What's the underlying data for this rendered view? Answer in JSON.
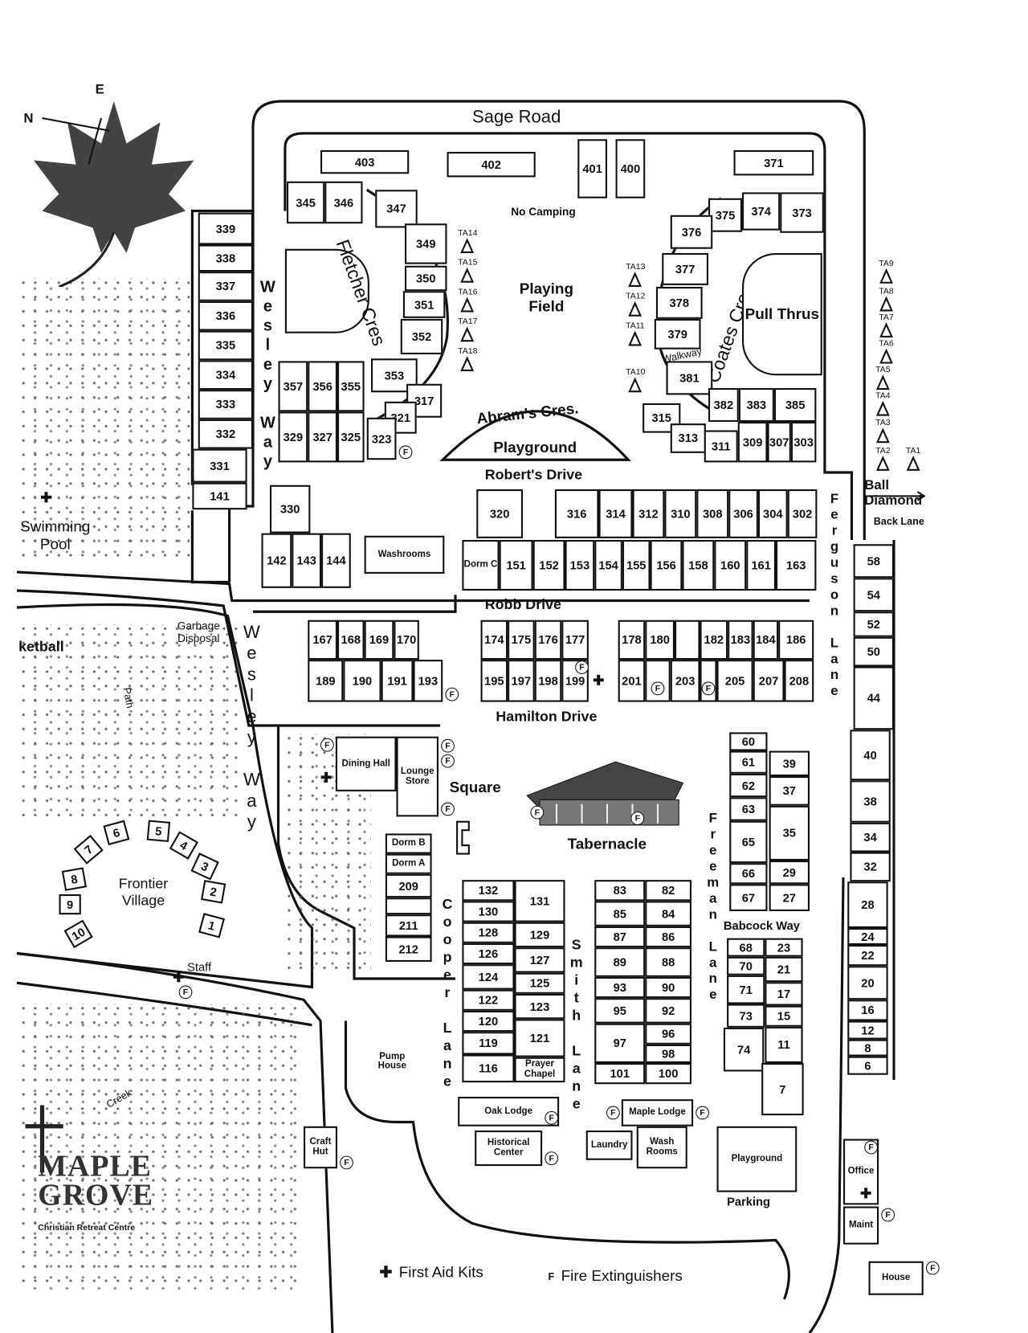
{
  "roads": {
    "sage_road": "Sage Road",
    "fletcher_cres": "Fletcher Cres",
    "coates_cres": "Coates Cres",
    "abrams_cres": "Abram's Cres.",
    "roberts_drive": "Robert's Drive",
    "robb_drive": "Robb Drive",
    "hamilton_drive": "Hamilton Drive",
    "wesley_way_upper": "Wesley Way",
    "wesley_way_lower": "Wesley Way",
    "ferguson_lane": "Ferguson Lane",
    "freeman_lane": "Freeman Lane",
    "cooper_lane": "Cooper Lane",
    "smith_lane": "Smith Lane",
    "babcock_way": "Babcock Way",
    "back_lane": "Back Lane",
    "walkway": "Walkway",
    "path": "Path",
    "creek": "Creek"
  },
  "areas": {
    "no_camping": "No Camping",
    "playing_field": "Playing Field",
    "pull_thrus": "Pull Thrus",
    "playground_north": "Playground",
    "square": "Square",
    "tabernacle": "Tabernacle",
    "frontier_village": "Frontier Village",
    "swimming_pool": "Swimming Pool",
    "ball_diamond": "Ball Diamond",
    "garbage_disposal": "Garbage Disposal",
    "basketball": "ketball",
    "staff": "Staff",
    "parking": "Parking",
    "compass": "E",
    "compass_n": "N"
  },
  "lots": [
    "403",
    "402",
    "401",
    "400",
    "371",
    "345",
    "346",
    "347",
    "349",
    "350",
    "351",
    "352",
    "353",
    "317",
    "321",
    "323",
    "357",
    "356",
    "355",
    "329",
    "327",
    "325",
    "339",
    "338",
    "337",
    "336",
    "335",
    "334",
    "333",
    "332",
    "331",
    "141",
    "330",
    "142",
    "143",
    "144",
    "Washrooms",
    "375",
    "374",
    "373",
    "376",
    "377",
    "378",
    "379",
    "381",
    "382",
    "383",
    "385",
    "315",
    "313",
    "311",
    "309",
    "307",
    "303",
    "320",
    "316",
    "314",
    "312",
    "310",
    "308",
    "306",
    "304",
    "302",
    "Dorm C",
    "151",
    "152",
    "153",
    "154",
    "155",
    "156",
    "158",
    "160",
    "161",
    "163",
    "167",
    "168",
    "169",
    "170",
    "189",
    "190",
    "191",
    "193",
    "174",
    "175",
    "176",
    "177",
    "195",
    "197",
    "198",
    "199",
    "178",
    "180",
    "",
    "182",
    "183",
    "184",
    "186",
    "201",
    "",
    "203",
    "",
    "205",
    "207",
    "208",
    "Dining Hall",
    "Lounge Store",
    "Dorm B",
    "Dorm A",
    "209",
    "",
    "211",
    "212",
    "132",
    "131",
    "130",
    "128",
    "129",
    "126",
    "127",
    "124",
    "125",
    "122",
    "123",
    "120",
    "121",
    "119",
    "116",
    "Prayer Chapel",
    "83",
    "82",
    "85",
    "84",
    "87",
    "86",
    "89",
    "88",
    "93",
    "90",
    "95",
    "92",
    "97",
    "96",
    "98",
    "101",
    "100",
    "60",
    "61",
    "39",
    "62",
    "37",
    "63",
    "35",
    "65",
    "66",
    "29",
    "67",
    "27",
    "68",
    "23",
    "70",
    "21",
    "71",
    "17",
    "73",
    "15",
    "74",
    "11",
    "7",
    "58",
    "54",
    "52",
    "50",
    "44",
    "40",
    "38",
    "34",
    "32",
    "28",
    "24",
    "22",
    "20",
    "16",
    "12",
    "8",
    "6",
    "Office",
    "Maint",
    "House",
    "Oak Lodge",
    "Historical Center",
    "Maple Lodge",
    "Laundry",
    "Wash Rooms",
    "Playground",
    "Pump House",
    "Craft Hut"
  ],
  "frontier_cabins": [
    "1",
    "2",
    "3",
    "4",
    "5",
    "6",
    "7",
    "8",
    "9",
    "10"
  ],
  "trailer_sites": [
    "TA14",
    "TA15",
    "TA16",
    "TA17",
    "TA18",
    "TA13",
    "TA12",
    "TA11",
    "TA10",
    "TA9",
    "TA8",
    "TA7",
    "TA6",
    "TA5",
    "TA4",
    "TA3",
    "TA2",
    "TA1"
  ],
  "legend": {
    "first_aid_icon": "first-aid-cross-icon",
    "first_aid": "First Aid Kits",
    "fire_icon": "fire-extinguisher-icon",
    "fire_symbol": "F",
    "fire": "Fire Extinguishers"
  },
  "logo": {
    "name": "MAPLE GROVE",
    "subtitle": "Christian Retreat Centre"
  }
}
